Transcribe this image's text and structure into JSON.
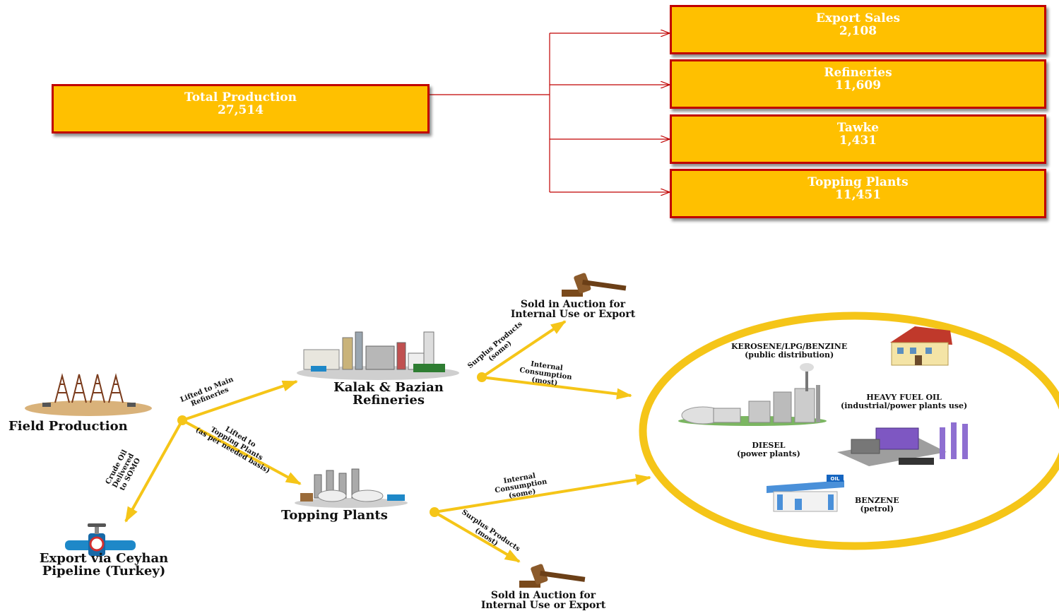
{
  "top": {
    "total": {
      "label": "Total Production",
      "value": "27,514"
    },
    "targets": [
      {
        "label": "Export Sales",
        "value": "2,108"
      },
      {
        "label": "Refineries",
        "value": "11,609"
      },
      {
        "label": "Tawke",
        "value": "1,431"
      },
      {
        "label": "Topping Plants",
        "value": "11,451"
      }
    ]
  },
  "flow": {
    "field": "Field Production",
    "refineries_l1": "Kalak & Bazian",
    "refineries_l2": "Refineries",
    "topping": "Topping Plants",
    "export_l1": "Export via Ceyhan",
    "export_l2": "Pipeline (Turkey)",
    "auction_top_l1": "Sold in Auction for",
    "auction_top_l2": "Internal Use or Export",
    "auction_bot_l1": "Sold in Auction for",
    "auction_bot_l2": "Internal Use or Export",
    "edge_lifted_main_l1": "Lifted to Main",
    "edge_lifted_main_l2": "Refineries",
    "edge_lifted_topping_l1": "Lifted to",
    "edge_lifted_topping_l2": "Topping Plants",
    "edge_lifted_topping_l3": "(as per needed basis)",
    "edge_crude_l1": "Crude Oil",
    "edge_crude_l2": "Delivered",
    "edge_crude_l3": "to SOMO",
    "edge_surplus_some_l1": "Surplus Products",
    "edge_surplus_some_l2": "(some)",
    "edge_internal_most_l1": "Internal",
    "edge_internal_most_l2": "Consumption",
    "edge_internal_most_l3": "(most)",
    "edge_internal_some_l1": "Internal",
    "edge_internal_some_l2": "Consumption",
    "edge_internal_some_l3": "(some)",
    "edge_surplus_most_l1": "Surplus Products",
    "edge_surplus_most_l2": "(most)"
  },
  "products": {
    "kerosene_l1": "KEROSENE/LPG/BENZINE",
    "kerosene_l2": "(public distribution)",
    "hfo_l1": "HEAVY FUEL OIL",
    "hfo_l2": "(industrial/power plants use)",
    "diesel_l1": "DIESEL",
    "diesel_l2": "(power plants)",
    "benzene_l1": "BENZENE",
    "benzene_l2": "(petrol)",
    "station_sign": "OIL"
  },
  "colors": {
    "box_fill": "#ffc000",
    "box_border": "#c00000",
    "arrow": "#f5c518",
    "connector": "#c00000"
  }
}
